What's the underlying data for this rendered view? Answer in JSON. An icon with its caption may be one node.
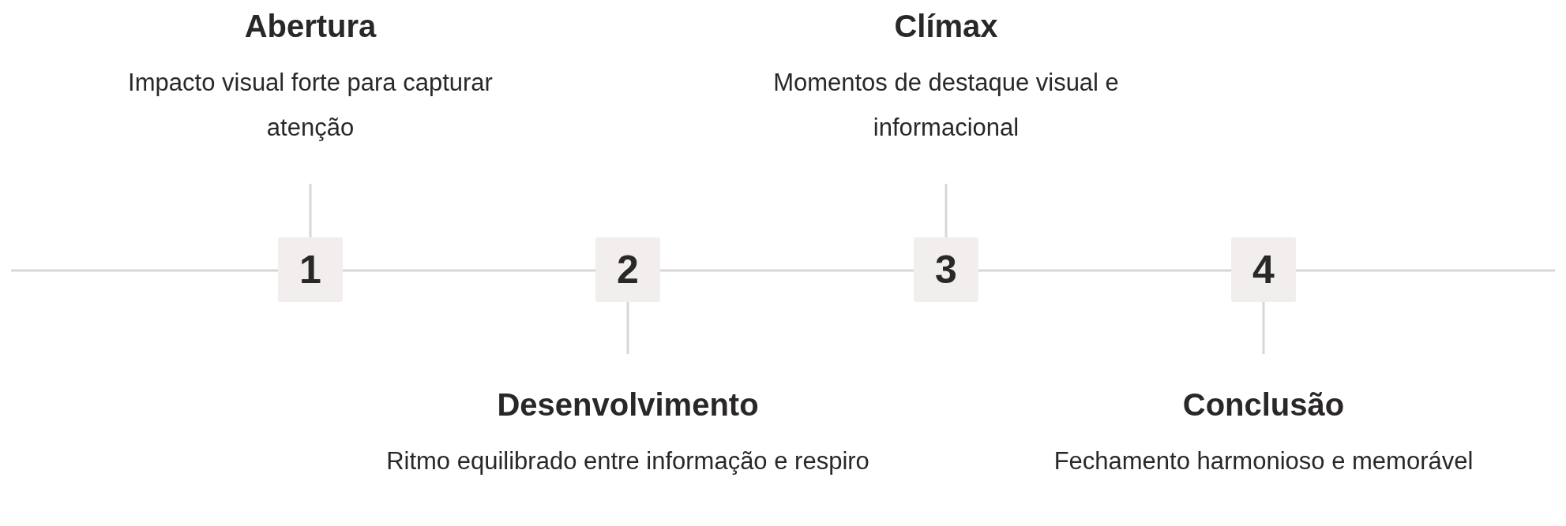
{
  "diagram": {
    "nodes": [
      {
        "text": [
          "Abertura",
          "Impacto visual forte para capturar atenção"
        ]
      },
      {
        "text": [
          "Clímax",
          "Momentos de destaque visual e informacional"
        ]
      },
      {
        "text": [
          "1"
        ]
      },
      {
        "text": [
          "2"
        ]
      },
      {
        "text": [
          "3"
        ]
      },
      {
        "text": [
          "4"
        ]
      },
      {
        "text": [
          "Desenvolvimento",
          "Ritmo equilibrado entre informação e respiro"
        ]
      },
      {
        "text": [
          "Conclusão",
          "Fechamento harmonioso e memorável"
        ]
      }
    ],
    "edges": [
      {
        "from": 0,
        "to": 2,
        "arrow": "none"
      },
      {
        "from": 1,
        "to": 4,
        "arrow": "none"
      },
      {
        "from": 3,
        "to": 6,
        "arrow": "none"
      },
      {
        "from": 5,
        "to": 7,
        "arrow": "none"
      },
      {
        "from": null,
        "to": 2,
        "arrow": "none"
      },
      {
        "from": 2,
        "to": 3,
        "arrow": "none"
      },
      {
        "from": 3,
        "to": 4,
        "arrow": "none"
      },
      {
        "from": 4,
        "to": 5,
        "arrow": "none"
      },
      {
        "from": 5,
        "to": null,
        "arrow": "none"
      }
    ]
  }
}
